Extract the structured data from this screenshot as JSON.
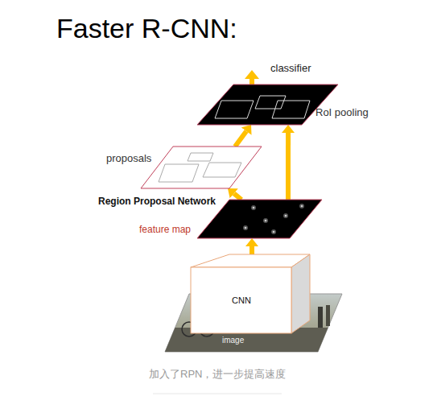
{
  "diagram": {
    "title": "Faster R-CNN:",
    "caption": "加入了RPN，进一步提高速度",
    "nodes": [
      {
        "text": [
          "RoI pooling"
        ]
      },
      {
        "text": [
          "proposals"
        ]
      },
      {
        "text": [
          "feature map"
        ]
      },
      {
        "text": [
          "CNN"
        ]
      },
      {
        "text": [
          "image"
        ]
      }
    ],
    "edges": [
      {
        "from": 3,
        "to": 2,
        "arrow": "to"
      },
      {
        "from": 2,
        "to": 1,
        "arrow": "to"
      },
      {
        "from": 1,
        "to": 0,
        "arrow": "to"
      },
      {
        "from": 2,
        "to": 0,
        "arrow": "to"
      }
    ],
    "labels": [
      "classifier",
      "Region Proposal Network"
    ]
  }
}
